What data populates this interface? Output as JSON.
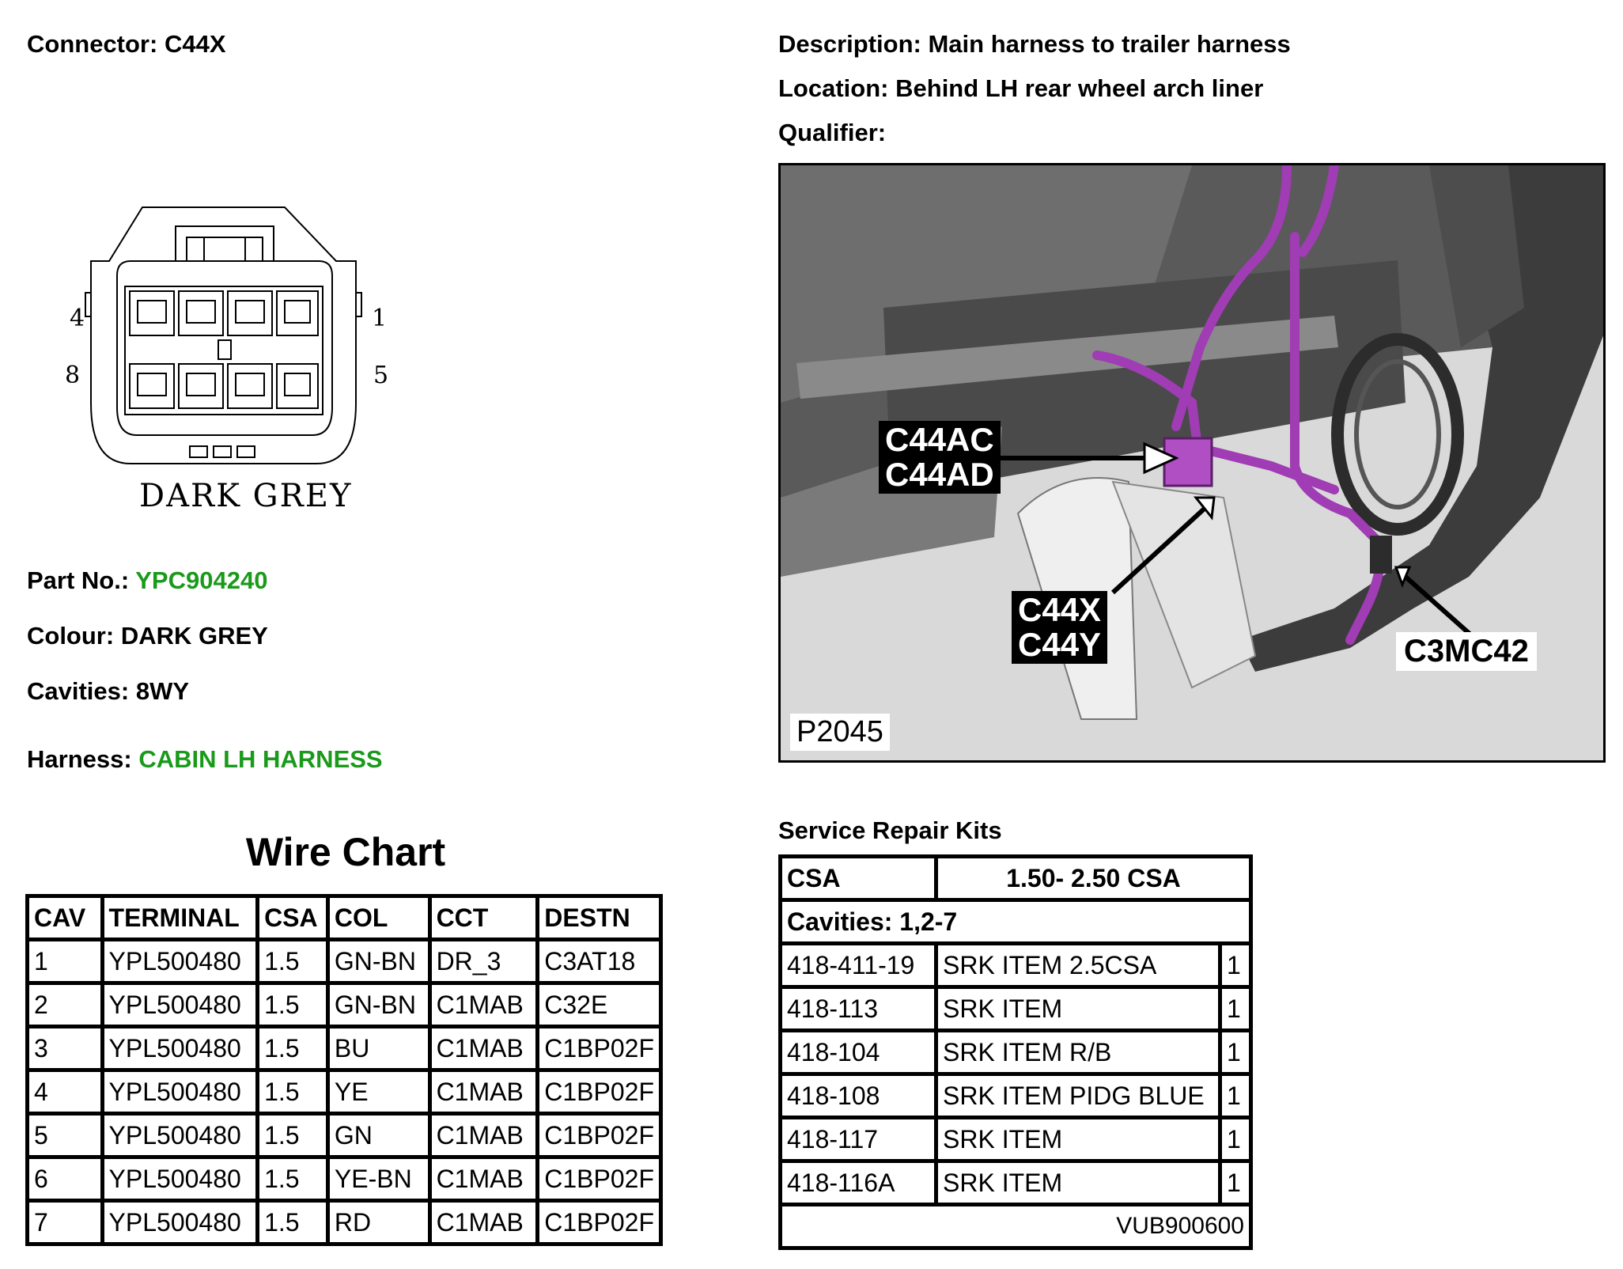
{
  "connector": {
    "label": "Connector:",
    "value": "C44X"
  },
  "description": {
    "label": "Description:",
    "value": "Main harness to trailer harness"
  },
  "location": {
    "label": "Location:",
    "value": "Behind LH rear wheel arch liner"
  },
  "qualifier": {
    "label": "Qualifier:",
    "value": ""
  },
  "diagram": {
    "pins": [
      "4",
      "1",
      "8",
      "5"
    ],
    "colour_text": "DARK GREY"
  },
  "part_no": {
    "label": "Part No.:",
    "value": "YPC904240"
  },
  "colour": {
    "label": "Colour:",
    "value": "DARK GREY"
  },
  "cavities": {
    "label": "Cavities:",
    "value": "8WY"
  },
  "harness": {
    "label": "Harness:",
    "value": "CABIN LH HARNESS"
  },
  "photo": {
    "callouts": [
      "C44AC\nC44AD",
      "C44X\nC44Y",
      "C3MC42"
    ],
    "code": "P2045",
    "colors": {
      "harness": "#a03cb4",
      "panel": "#555555"
    }
  },
  "wire_chart": {
    "title": "Wire Chart",
    "headers": [
      "CAV",
      "TERMINAL",
      "CSA",
      "COL",
      "CCT",
      "DESTN"
    ],
    "rows": [
      [
        "1",
        "YPL500480",
        "1.5",
        "GN-BN",
        "DR_3",
        "C3AT18"
      ],
      [
        "2",
        "YPL500480",
        "1.5",
        "GN-BN",
        "C1MAB",
        "C32E"
      ],
      [
        "3",
        "YPL500480",
        "1.5",
        "BU",
        "C1MAB",
        "C1BP02F"
      ],
      [
        "4",
        "YPL500480",
        "1.5",
        "YE",
        "C1MAB",
        "C1BP02F"
      ],
      [
        "5",
        "YPL500480",
        "1.5",
        "GN",
        "C1MAB",
        "C1BP02F"
      ],
      [
        "6",
        "YPL500480",
        "1.5",
        "YE-BN",
        "C1MAB",
        "C1BP02F"
      ],
      [
        "7",
        "YPL500480",
        "1.5",
        "RD",
        "C1MAB",
        "C1BP02F"
      ]
    ]
  },
  "service_kits": {
    "title": "Service Repair Kits",
    "csa_label": "CSA",
    "csa_value": "1.50- 2.50 CSA",
    "cavities": "Cavities: 1,2-7",
    "items": [
      [
        "418-411-19",
        "SRK ITEM 2.5CSA",
        "1"
      ],
      [
        "418-113",
        "SRK ITEM",
        "1"
      ],
      [
        "418-104",
        "SRK ITEM R/B",
        "1"
      ],
      [
        "418-108",
        "SRK ITEM PIDG BLUE",
        "1"
      ],
      [
        "418-117",
        "SRK ITEM",
        "1"
      ],
      [
        "418-116A",
        "SRK ITEM",
        "1"
      ]
    ],
    "footer": "VUB900600"
  }
}
